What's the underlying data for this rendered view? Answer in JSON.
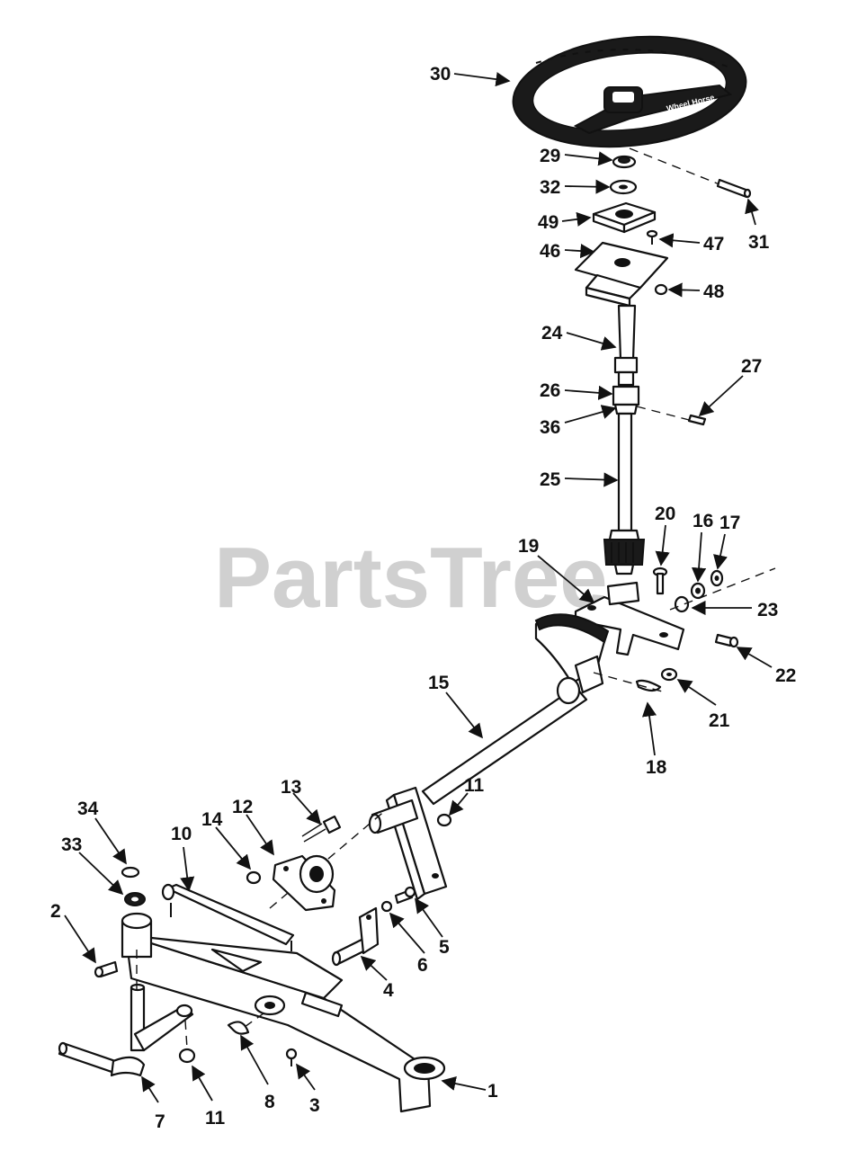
{
  "watermark": "PartsTree",
  "wheel_text": "Wheel Horse",
  "callouts": [
    "30",
    "29",
    "32",
    "49",
    "46",
    "47",
    "48",
    "31",
    "24",
    "26",
    "27",
    "36",
    "25",
    "20",
    "16",
    "17",
    "19",
    "23",
    "22",
    "21",
    "18",
    "15",
    "11",
    "13",
    "12",
    "14",
    "34",
    "33",
    "10",
    "2",
    "6",
    "5",
    "4",
    "8",
    "3",
    "7",
    "11",
    "1"
  ]
}
